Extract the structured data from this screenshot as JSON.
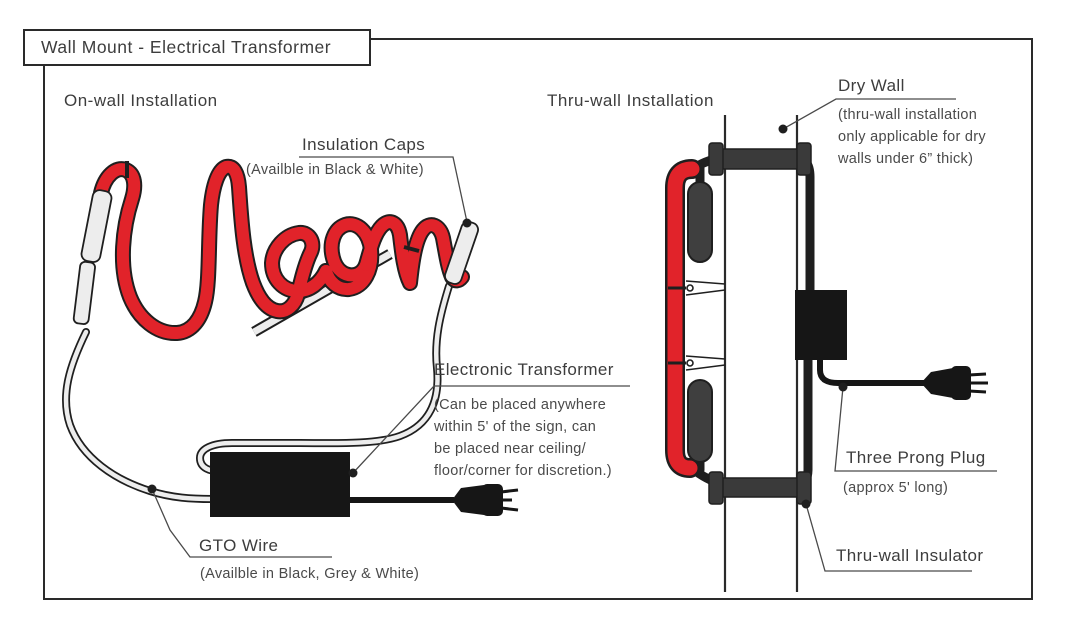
{
  "title": "Wall Mount - Electrical Transformer",
  "left_section": {
    "heading": "On-wall Installation",
    "neon_sign_text": "Neon",
    "labels": {
      "insulation_caps": {
        "title": "Insulation Caps",
        "note": "(Availble in Black & White)"
      },
      "electronic_transformer": {
        "title": "Electronic Transformer",
        "note_lines": [
          "(Can be placed anywhere",
          "within 5' of the sign, can",
          "be placed near ceiling/",
          "floor/corner for discretion.)"
        ]
      },
      "gto_wire": {
        "title": "GTO Wire",
        "note": "(Availble in Black, Grey & White)"
      }
    }
  },
  "right_section": {
    "heading": "Thru-wall Installation",
    "labels": {
      "dry_wall": {
        "title": "Dry Wall",
        "note_lines": [
          "(thru-wall installation",
          "only applicable for dry",
          "walls under 6” thick)"
        ]
      },
      "three_prong_plug": {
        "title": "Three Prong Plug",
        "note": "(approx 5' long)"
      },
      "thru_wall_insulator": {
        "title": "Thru-wall Insulator"
      }
    }
  },
  "colors": {
    "neon_red": "#E1232A",
    "outline": "#1F1F1F",
    "tube_grey": "#EDEDED",
    "insulator_grey": "#3A3A3A",
    "text": "#3D3D3D"
  }
}
